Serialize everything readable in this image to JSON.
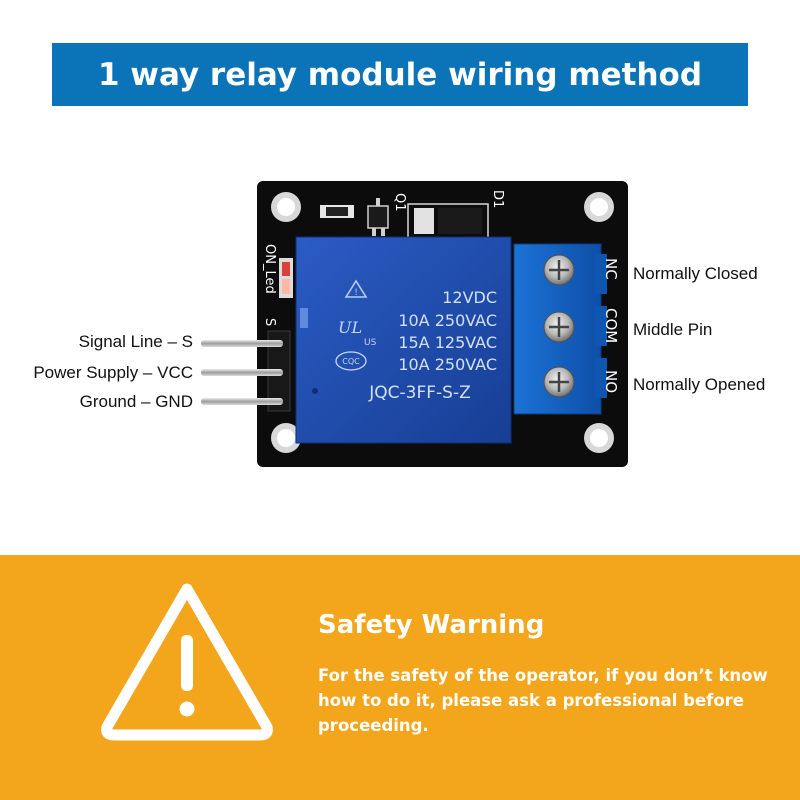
{
  "title": "1 way relay module wiring method",
  "left_pins": [
    {
      "label": "Signal Line – S"
    },
    {
      "label": "Power Supply – VCC"
    },
    {
      "label": "Ground – GND"
    }
  ],
  "right_terminals": [
    {
      "label": "Normally Closed",
      "silk": "NC"
    },
    {
      "label": "Middle Pin",
      "silk": "COM"
    },
    {
      "label": "Normally Opened",
      "silk": "NO"
    }
  ],
  "board": {
    "silk_led": "ON_Led",
    "silk_s": "S",
    "silk_q1": "Q1",
    "silk_d1": "D1",
    "relay_lines": [
      "12VDC",
      "10A 250VAC",
      "15A 125VAC",
      "10A 250VAC"
    ],
    "relay_model": "JQC-3FF-S-Z",
    "ul_mark": "UL",
    "us_mark": "US",
    "cqc_mark": "CQC"
  },
  "warning": {
    "title": "Safety Warning",
    "text": "For the safety of the operator, if you don’t know how to do it, please ask a professional before proceeding."
  },
  "colors": {
    "banner": "#0b73b7",
    "warning_bg": "#f3a51b",
    "relay_blue": "#1f4fb0",
    "terminal_blue": "#1668c8",
    "pcb": "#0c0c0c"
  }
}
